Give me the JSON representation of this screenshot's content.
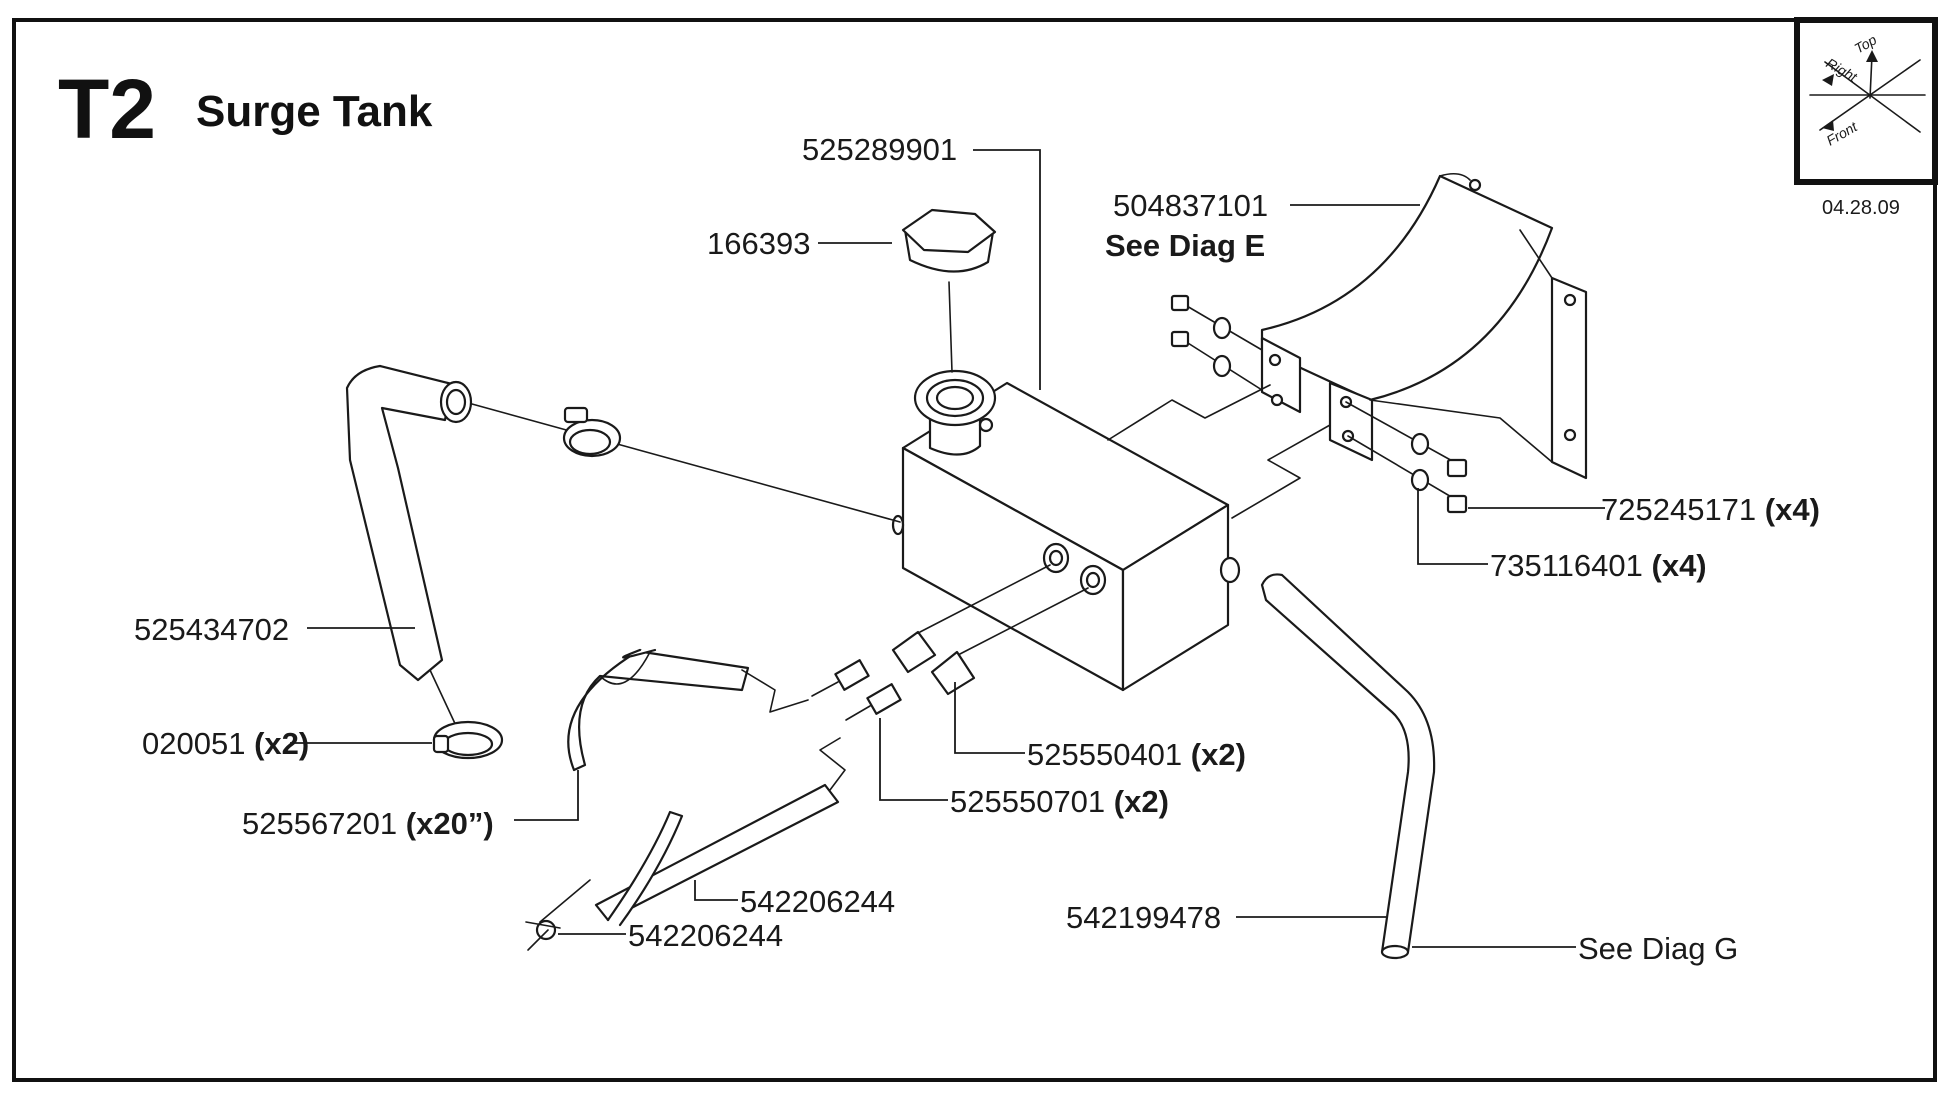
{
  "title": {
    "code": "T2",
    "name": "Surge Tank"
  },
  "orientation": {
    "top": "Top",
    "right": "Right",
    "front": "Front"
  },
  "revision_date": "04.28.09",
  "parts": {
    "tank": {
      "number": "525289901"
    },
    "cap": {
      "number": "166393"
    },
    "bracket": {
      "number": "504837101",
      "note": "See Diag E"
    },
    "bolt": {
      "number": "725245171",
      "qty": "(x4)"
    },
    "washer": {
      "number": "735116401",
      "qty": "(x4)"
    },
    "upper_hose": {
      "number": "525434702"
    },
    "hose_clamp": {
      "number": "020051",
      "qty": "(x2)"
    },
    "vent_hose": {
      "number": "525567201",
      "qty": "(x20”)"
    },
    "elbow_fitting": {
      "number": "525550401",
      "qty": "(x2)"
    },
    "straight_fitting": {
      "number": "525550701",
      "qty": "(x2)"
    },
    "overflow_tube": {
      "number": "542206244"
    },
    "tube_clip": {
      "number": "542206244"
    },
    "lower_hose": {
      "number": "542199478"
    },
    "lower_hose_ref": {
      "note": "See Diag G"
    }
  }
}
